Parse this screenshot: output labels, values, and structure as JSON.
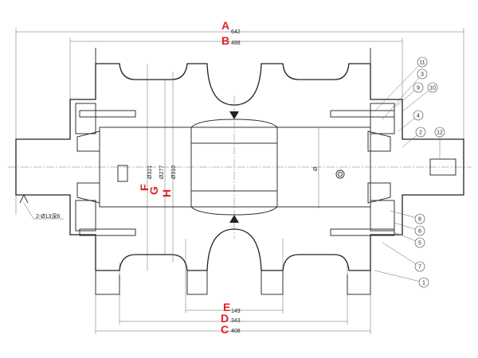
{
  "dimensions": {
    "A": {
      "label": "A",
      "value": "642"
    },
    "B": {
      "label": "B",
      "value": "488"
    },
    "C": {
      "label": "C",
      "value": "408"
    },
    "D": {
      "label": "D",
      "value": "343"
    },
    "E": {
      "label": "E",
      "value": "149"
    },
    "F": {
      "label": "F",
      "value": "Ø321"
    },
    "G": {
      "label": "G",
      "value": "Ø277"
    },
    "H": {
      "label": "H",
      "value": "Ø310"
    },
    "inner": {
      "value": "Ø"
    }
  },
  "note": "2-Ø13深6",
  "balloons": [
    "11",
    "3",
    "9",
    "10",
    "4",
    "2",
    "12",
    "8",
    "6",
    "5",
    "7",
    "1"
  ]
}
